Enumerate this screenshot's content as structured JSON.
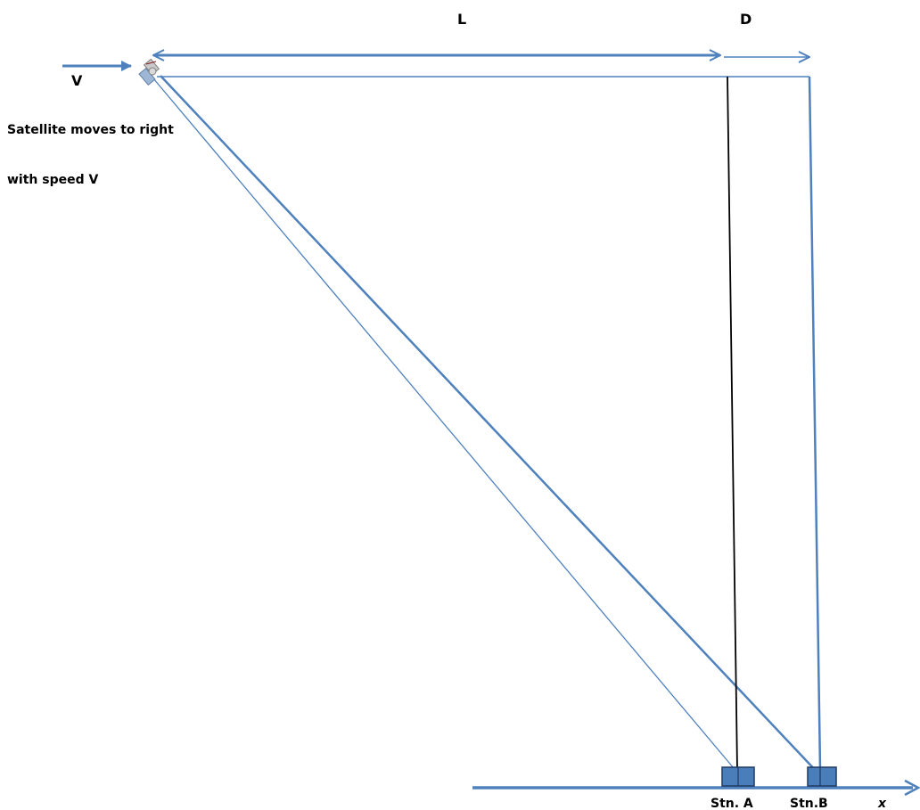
{
  "labels": {
    "L": "L",
    "D": "D",
    "V": "V",
    "caption_line1": "Satellite moves to right",
    "caption_line2": "with speed V",
    "station_a": "Stn. A",
    "station_b": "Stn.B",
    "x_axis": "x"
  },
  "icons": {
    "satellite": "satellite-icon",
    "station_a": "station-icon",
    "station_b": "station-icon"
  },
  "colors": {
    "line_blue": "#4f81bd",
    "station_fill": "#4a7ebb",
    "station_border": "#1f3864",
    "black_line": "#000000"
  }
}
